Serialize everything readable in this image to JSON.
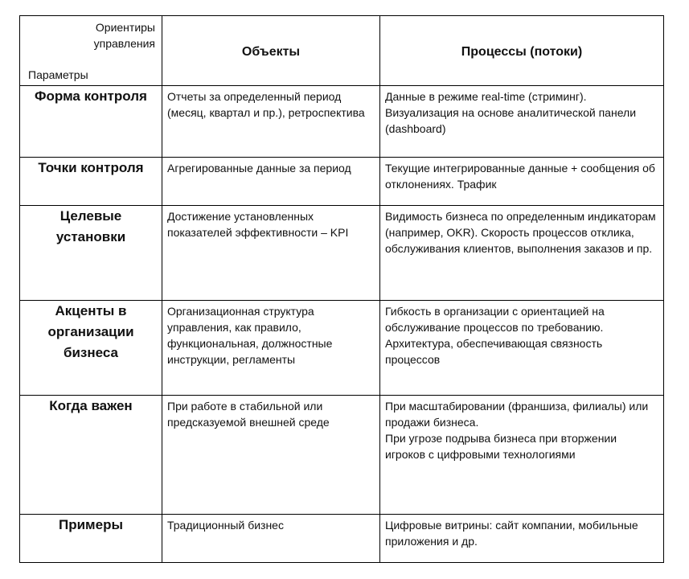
{
  "header": {
    "corner_top": "Ориентиры\nуправления",
    "corner_bottom": "Параметры",
    "col_objects": "Объекты",
    "col_processes": "Процессы (потоки)"
  },
  "rows": [
    {
      "param": "Форма контроля",
      "objects": [
        "Отчеты за определенный период (месяц, квартал и пр.), ретроспектива"
      ],
      "processes": [
        "Данные в режиме real-time (стриминг). Визуализация на основе аналитической панели (dashboard)"
      ]
    },
    {
      "param": "Точки контроля",
      "objects": [
        "Агрегированные данные за период"
      ],
      "processes": [
        "Текущие интегрированные данные + сообщения об отклонениях. Трафик"
      ]
    },
    {
      "param": "Целевые\nустановки",
      "objects": [
        "Достижение установленных показателей эффективности – KPI"
      ],
      "processes": [
        "Видимость бизнеса по определенным индикаторам (например, OKR). Скорость процессов отклика, обслуживания клиентов, выполнения заказов и пр."
      ]
    },
    {
      "param": "Акценты в\nорганизации\nбизнеса",
      "objects": [
        "Организационная структура управления, как правило, функциональная, должностные инструкции, регламенты"
      ],
      "processes": [
        "Гибкость в организации с ориентацией на обслуживание процессов по требованию.",
        "Архитектура,  обеспечивающая связность процессов"
      ]
    },
    {
      "param": "Когда важен",
      "objects": [
        "При работе в стабильной или предсказуемой внешней среде"
      ],
      "processes": [
        "При масштабировании  (франшиза, филиалы) или продажи бизнеса.",
        "При угрозе подрыва бизнеса при вторжении игроков с цифровыми технологиями"
      ]
    },
    {
      "param": "Примеры",
      "objects": [
        "Традиционный бизнес"
      ],
      "processes": [
        "Цифровые витрины: сайт компании, мобильные приложения и др."
      ]
    }
  ]
}
